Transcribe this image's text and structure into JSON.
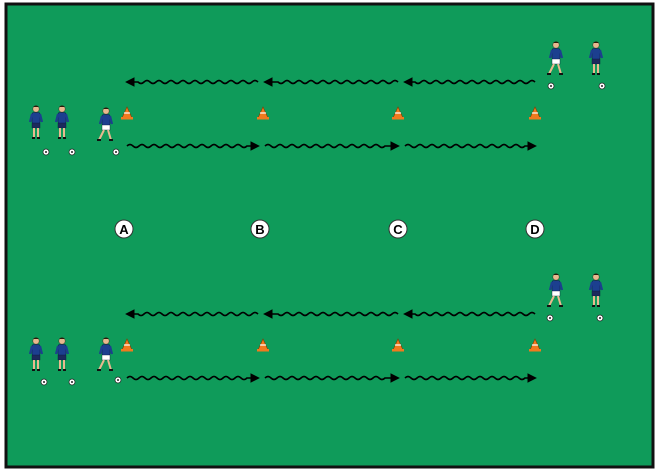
{
  "diagram": {
    "field_color": "#0f9b5a",
    "border_color": "#111111",
    "cone_color": "#f07a1e",
    "player_shirt_color": "#1c3f8f",
    "player_shorts_color": "#1c2a5c",
    "dribble_line_color": "#000000",
    "station_labels": [
      "A",
      "B",
      "C",
      "D"
    ],
    "station_label_fill": "#ffffff",
    "station_label_text_color": "#000000"
  }
}
